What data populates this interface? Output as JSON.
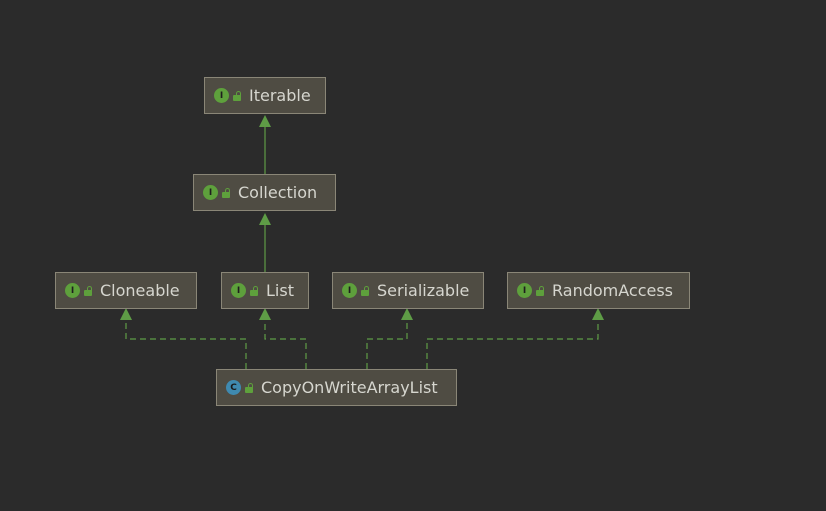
{
  "diagram": {
    "nodes": [
      {
        "id": "iterable",
        "kind": "interface",
        "kind_letter": "I",
        "label": "Iterable"
      },
      {
        "id": "collection",
        "kind": "interface",
        "kind_letter": "I",
        "label": "Collection"
      },
      {
        "id": "cloneable",
        "kind": "interface",
        "kind_letter": "I",
        "label": "Cloneable"
      },
      {
        "id": "list",
        "kind": "interface",
        "kind_letter": "I",
        "label": "List"
      },
      {
        "id": "serializable",
        "kind": "interface",
        "kind_letter": "I",
        "label": "Serializable"
      },
      {
        "id": "randomaccess",
        "kind": "interface",
        "kind_letter": "I",
        "label": "RandomAccess"
      },
      {
        "id": "copyonwrite",
        "kind": "class",
        "kind_letter": "C",
        "label": "CopyOnWriteArrayList"
      }
    ],
    "edges": [
      {
        "from": "collection",
        "to": "iterable",
        "type": "extends"
      },
      {
        "from": "list",
        "to": "collection",
        "type": "extends"
      },
      {
        "from": "copyonwrite",
        "to": "cloneable",
        "type": "implements"
      },
      {
        "from": "copyonwrite",
        "to": "list",
        "type": "implements"
      },
      {
        "from": "copyonwrite",
        "to": "serializable",
        "type": "implements"
      },
      {
        "from": "copyonwrite",
        "to": "randomaccess",
        "type": "implements"
      }
    ],
    "colors": {
      "background": "#2b2b2b",
      "node_fill": "#4f4c43",
      "node_border": "#8a8677",
      "text": "#d6d6cf",
      "edge": "#5e9c46",
      "interface_icon": "#5ea03c",
      "class_icon": "#3f8ab0"
    }
  }
}
